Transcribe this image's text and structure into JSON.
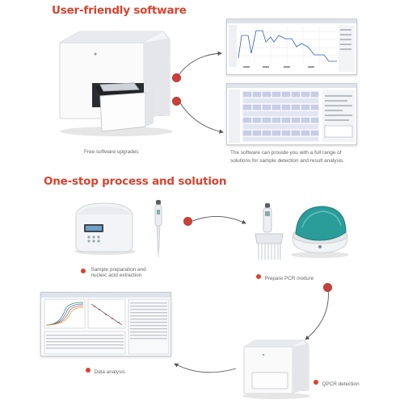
{
  "section1": {
    "heading": "User-friendly software",
    "caption_left": "Free software upgrades",
    "caption_right_line1": "The software can provide you with a full range of",
    "caption_right_line2": "solutions for sample detection and result analysis."
  },
  "section2": {
    "heading": "One-stop process and solution",
    "steps": [
      {
        "label_line1": "Sample preparation and",
        "label_line2": "nucleic acid extraction"
      },
      {
        "label": "Prepare PCR mixture"
      },
      {
        "label": "QPCR detection"
      },
      {
        "label": "Data analysis"
      }
    ]
  },
  "colors": {
    "accent": "#d9432f",
    "teal": "#2a9d9a",
    "device": "#f2f3f5"
  },
  "icons": [
    "arrow-icon",
    "step-dot-icon"
  ]
}
